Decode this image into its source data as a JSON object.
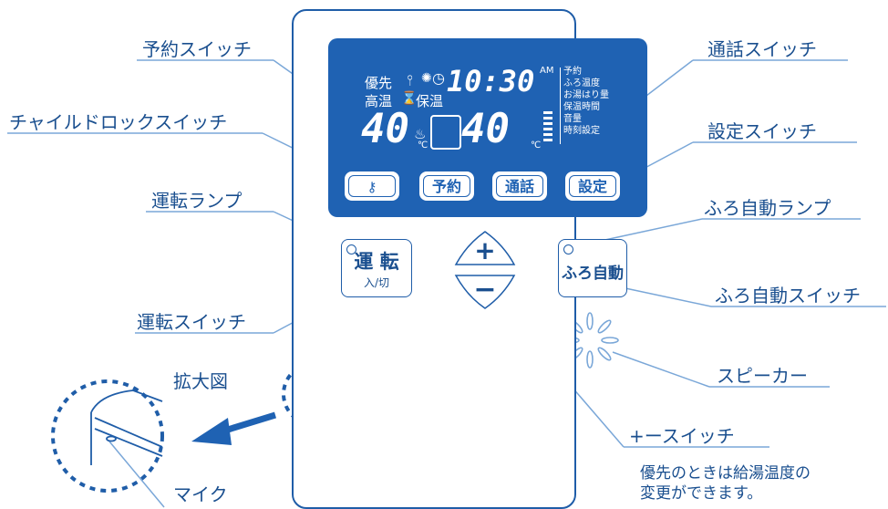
{
  "callouts": {
    "reservation_switch": "予約スイッチ",
    "child_lock_switch": "チャイルドロックスイッチ",
    "operation_lamp": "運転ランプ",
    "operation_switch": "運転スイッチ",
    "call_switch": "通話スイッチ",
    "setting_switch": "設定スイッチ",
    "auto_bath_lamp": "ふろ自動ランプ",
    "auto_bath_switch": "ふろ自動スイッチ",
    "speaker": "スピーカー",
    "plus_minus_switch": "+ースイッチ",
    "plus_minus_note_line1": "優先のときは給湯温度の",
    "plus_minus_note_line2": "変更ができます。",
    "magnified": "拡大図",
    "microphone": "マイク"
  },
  "lcd": {
    "priority": "優先",
    "high_temp": "高温",
    "keep_warm": "保温",
    "time": "10:30",
    "am": "AM",
    "temp_left": "40",
    "temp_right": "40",
    "celsius": "℃",
    "menu": [
      "予約",
      "ふろ温度",
      "お湯はり量",
      "保温時間",
      "音量",
      "時刻設定"
    ]
  },
  "lcd_buttons": {
    "reserve": "予約",
    "call": "通話",
    "setting": "設定"
  },
  "hw_buttons": {
    "run_main": "運 転",
    "run_sub": "入/切",
    "plus": "+",
    "minus": "−",
    "auto_bath": "ふろ自動"
  },
  "colors": {
    "line": "#1a4f8f",
    "lcd_blue": "#1f62b3",
    "mic_dash": "#1f5da8"
  }
}
